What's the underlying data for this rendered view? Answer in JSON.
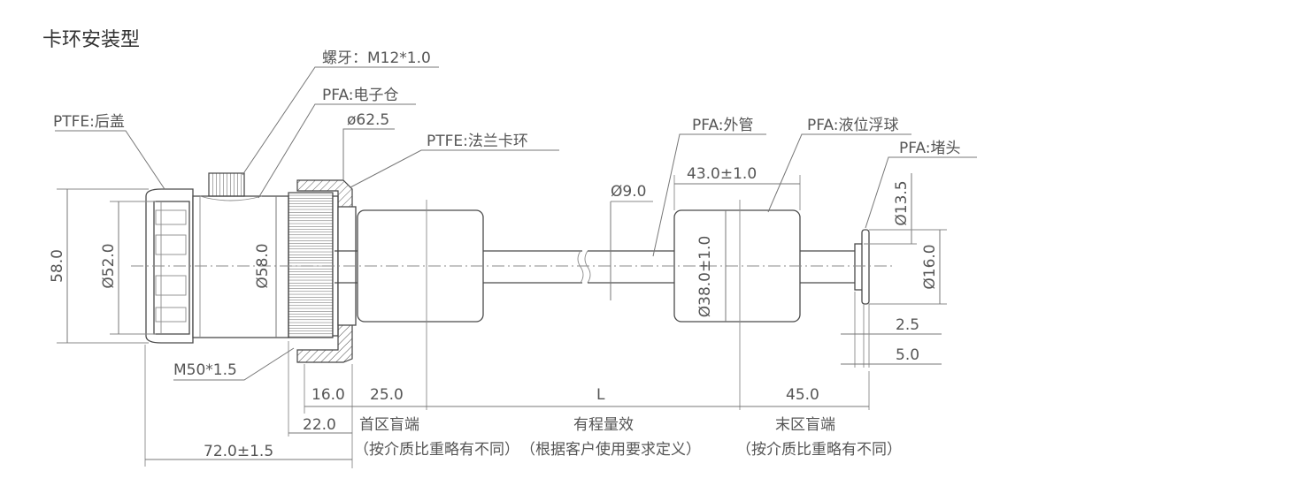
{
  "title": "卡环安装型",
  "labels": {
    "thread": "螺牙：M12*1.0",
    "electronics": "PFA:电子仓",
    "diameter_top": "ø62.5",
    "cover": "PTFE:后盖",
    "flange_clamp": "PTFE:法兰卡环",
    "outer_tube": "PFA:外管",
    "float_ball": "PFA:液位浮球",
    "plug": "PFA:堵头",
    "m50": "M50*1.5"
  },
  "dimensions": {
    "d58_outer": "58.0",
    "d52": "Ø52.0",
    "d58_inner": "Ø58.0",
    "d9": "Ø9.0",
    "float_len": "43.0±1.0",
    "d38": "Ø38.0±1.0",
    "d13_5": "Ø13.5",
    "d16": "Ø16.0",
    "w2_5": "2.5",
    "w5": "5.0",
    "l16": "16.0",
    "l25": "25.0",
    "lL": "L",
    "l45": "45.0",
    "l22": "22.0",
    "l72": "72.0±1.5"
  },
  "zones": {
    "head_title": "首区盲端",
    "head_note": "（按介质比重略有不同）",
    "effective_title": "有程量效",
    "effective_note": "（根据客户使用要求定义）",
    "tail_title": "末区盲端",
    "tail_note": "（按介质比重略有不同）"
  }
}
